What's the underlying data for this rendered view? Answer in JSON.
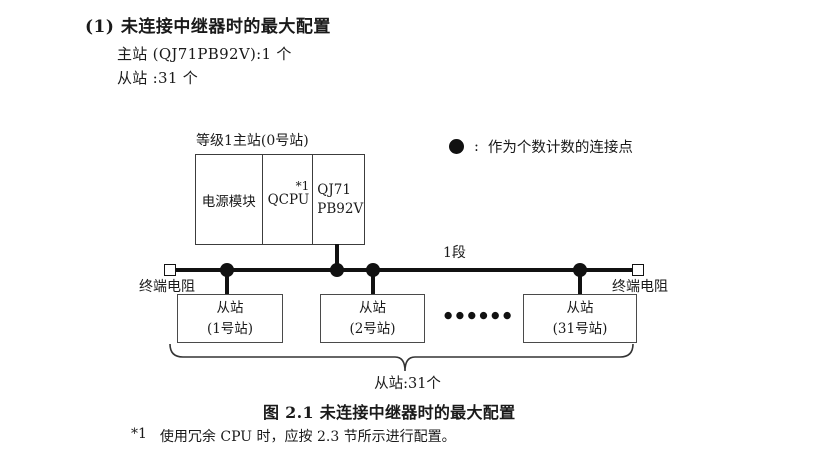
{
  "page": {
    "heading": "(1) 未连接中继器时的最大配置",
    "intro_line1": "主站 (QJ71PB92V):1 个",
    "intro_line2": "从站 :31 个"
  },
  "diagram": {
    "master_label": "等级1主站(0号站)",
    "master_modules": {
      "power": "电源模块",
      "cpu": "QCPU",
      "cpu_note": "*1",
      "interface_line1": "QJ71",
      "interface_line2": "PB92V"
    },
    "legend": {
      "colon": ":",
      "text": "作为个数计数的连接点"
    },
    "segment_label": "1段",
    "terminator_left_label": "终端电阻",
    "terminator_right_label": "终端电阻",
    "slaves": [
      {
        "line1": "从站",
        "line2": "(1号站)"
      },
      {
        "line1": "从站",
        "line2": "(2号站)"
      },
      {
        "line1": "从站",
        "line2": "(31号站)"
      }
    ],
    "ellipsis": "●●●●●●",
    "brace_label": "从站:31个"
  },
  "caption": "图 2.1 未连接中继器时的最大配置",
  "footnote": {
    "marker": "*1",
    "text": "使用冗余 CPU 时，应按 2.3 节所示进行配置。"
  },
  "colors": {
    "ink": "#1a1a1a",
    "line": "#111111",
    "background": "#ffffff"
  }
}
